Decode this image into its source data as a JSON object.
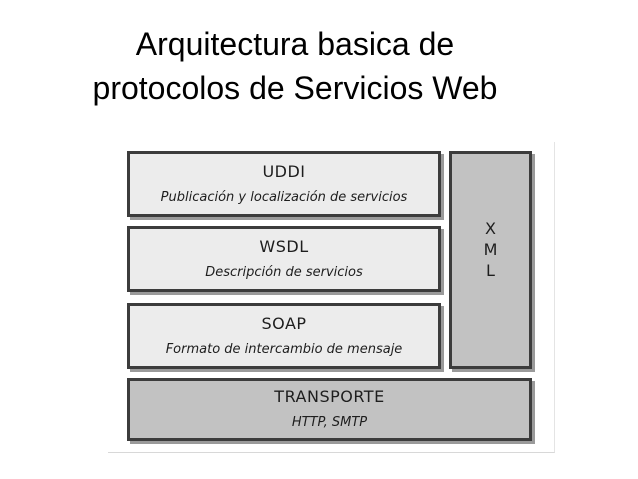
{
  "title": "Arquitectura basica de\nprotocolos de Servicios Web",
  "layers": [
    {
      "name": "UDDI",
      "description": "Publicación y localización de servicios"
    },
    {
      "name": "WSDL",
      "description": "Descripción de servicios"
    },
    {
      "name": "SOAP",
      "description": "Formato de intercambio de mensaje"
    },
    {
      "name": "TRANSPORTE",
      "description": "HTTP, SMTP"
    }
  ],
  "side_column": {
    "letters": [
      "X",
      "M",
      "L"
    ]
  },
  "colors": {
    "light_fill": "#ececec",
    "dark_fill": "#c2c2c2",
    "border": "#3c3c3c"
  }
}
